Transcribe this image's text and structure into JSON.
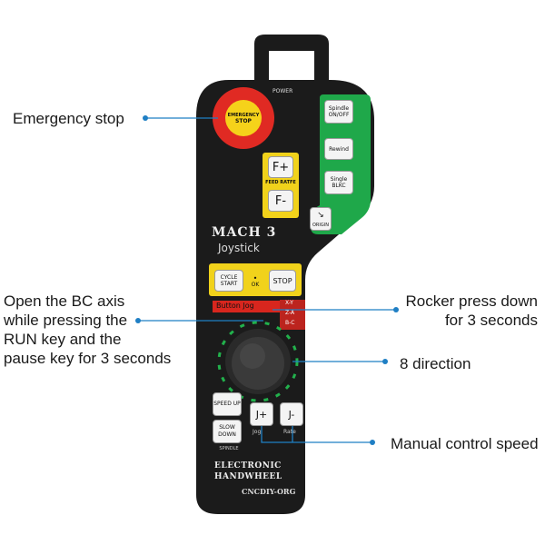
{
  "device": {
    "power_label": "POWER",
    "emergency_ring_text": "EMERGENCY",
    "emergency_center_text": "STOP",
    "spindle_label": "Spindle ON/OFF",
    "rewind_label": "Rewind",
    "single_label": "Single BLKC",
    "origin_label": "ORIGIN",
    "f_plus_label": "F+",
    "feed_rate_label": "FEED RATFE",
    "f_minus_label": "F-",
    "brand_title": "MACH 3",
    "brand_subtitle": "Joystick",
    "cycle_start_label": "CYCLE START",
    "ok_label": "OK",
    "stop_label": "STOP",
    "button_jog_label": "Button Jog",
    "axis_xy": "X-Y",
    "axis_za": "Z-A",
    "axis_bc": "B-C",
    "speed_up_label": "SPEED UP",
    "slow_down_label": "SLOW DOWN",
    "spindle_caption": "SPINDLE",
    "j_plus_label": "J+",
    "j_minus_label": "J-",
    "jog_caption": "Jog",
    "rate_caption": "Rate",
    "handwheel_line1": "ELECTRONIC",
    "handwheel_line2": "HANDWHEEL",
    "maker_label": "CNCDIY-ORG"
  },
  "callouts": {
    "emergency_stop": "Emergency stop",
    "bc_axis_line1": "Open the BC axis",
    "bc_axis_line2": "while pressing the",
    "bc_axis_line3": "RUN key and the",
    "bc_axis_line4": "pause key for 3 seconds",
    "rocker_line1": "Rocker press down",
    "rocker_line2": "for 3 seconds",
    "eight_direction": "8 direction",
    "manual_speed": "Manual control speed"
  },
  "colors": {
    "body": "#1b1b1b",
    "emergency_red": "#e02a23",
    "emergency_yellow": "#f5d21a",
    "green_panel": "#1fa84a",
    "yellow_panel": "#f1d21b",
    "jog_red": "#d8261e",
    "joystick_ring": "#22b14c",
    "callout_line": "#1f7fc4"
  }
}
